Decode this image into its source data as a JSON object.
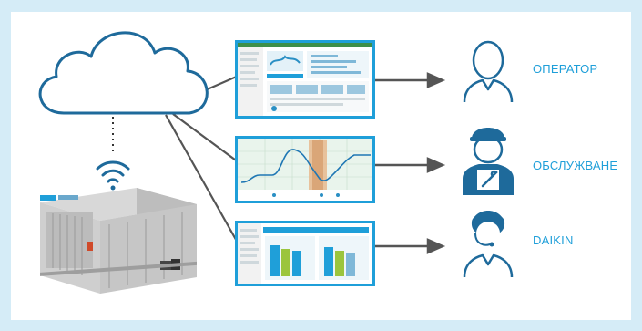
{
  "roles": [
    {
      "label": "ОПЕРАТОР",
      "icon": "operator-person-icon"
    },
    {
      "label": "ОБСЛУЖВАНЕ",
      "icon": "service-technician-icon"
    },
    {
      "label": "DAIKIN",
      "icon": "support-agent-headset-icon"
    }
  ],
  "colors": {
    "accent": "#1f9fd9",
    "outline": "#1e6a9b",
    "connector": "#555555",
    "background_frame": "#d5ecf7"
  },
  "icons": {
    "cloud": "cloud-icon",
    "wifi": "wifi-signal-icon",
    "chiller": "chiller-unit-image"
  }
}
